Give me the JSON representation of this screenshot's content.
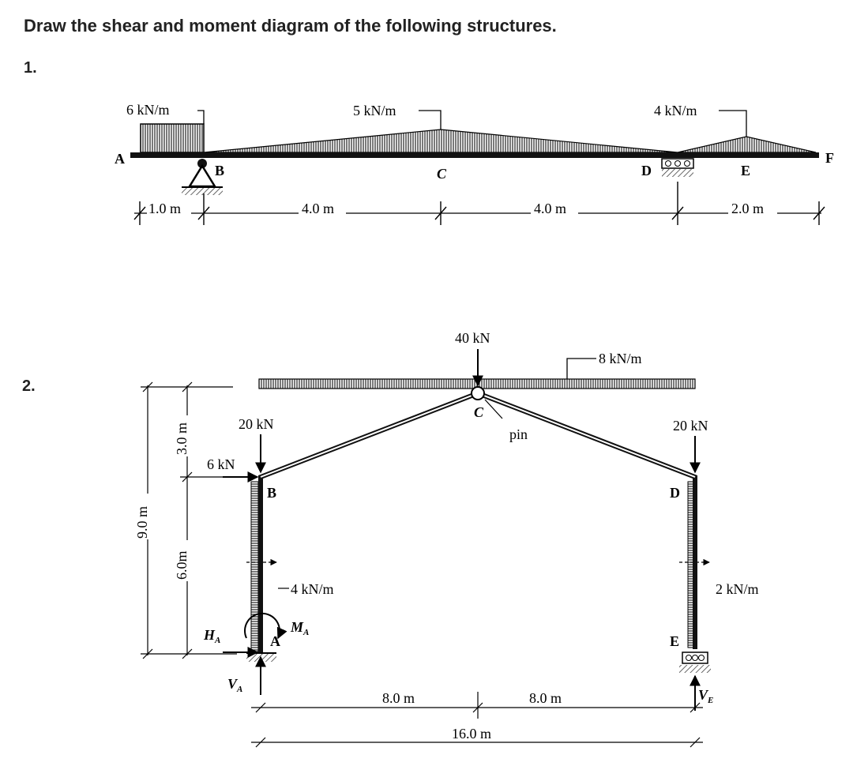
{
  "heading": "Draw the shear and moment diagram of the following structures.",
  "problem1": {
    "number": "1.",
    "loads": {
      "left": "6 kN/m",
      "middle": "5 kN/m",
      "right": "4 kN/m"
    },
    "points": {
      "A": "A",
      "B": "B",
      "C": "C",
      "D": "D",
      "E": "E",
      "F": "F"
    },
    "dims": {
      "d1": "1.0 m",
      "d2": "4.0 m",
      "d3": "4.0 m",
      "d4": "2.0 m"
    }
  },
  "problem2": {
    "number": "2.",
    "loads": {
      "apex": "40 kN",
      "roof_udl": "8 kN/m",
      "left_knee": "20 kN",
      "right_knee": "20 kN",
      "horizontal": "6 kN",
      "left_col": "4 kN/m",
      "right_col": "2 kN/m"
    },
    "points": {
      "A": "A",
      "B": "B",
      "C": "C",
      "D": "D",
      "E": "E"
    },
    "pin": "pin",
    "reactions": {
      "HA": "H",
      "HA_sub": "A",
      "MA": "M",
      "MA_sub": "A",
      "VA": "V",
      "VA_sub": "A",
      "VE": "V",
      "VE_sub": "E"
    },
    "dims": {
      "h_total": "9.0 m",
      "h_top": "3.0 m",
      "h_bottom": "6.0m",
      "span_left": "8.0 m",
      "span_right": "8.0 m",
      "span_total": "16.0 m"
    }
  }
}
